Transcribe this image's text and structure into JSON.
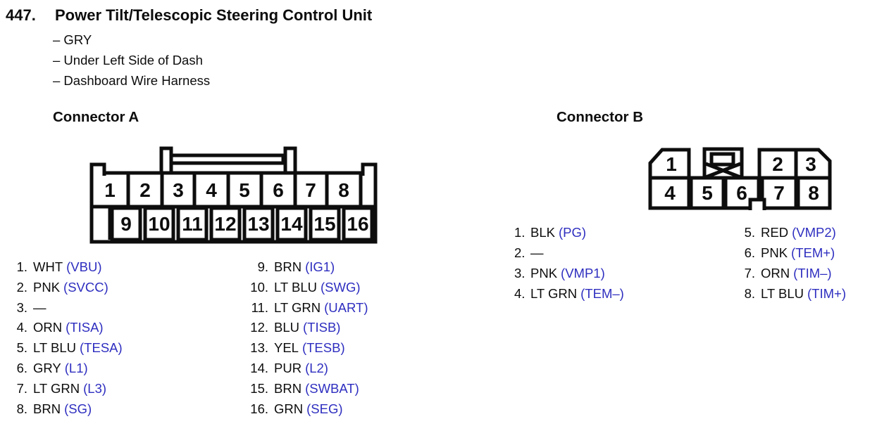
{
  "header": {
    "item_number": "447.",
    "title": "Power Tilt/Telescopic Steering Control Unit",
    "details": [
      "– GRY",
      "– Under Left Side of Dash",
      "– Dashboard Wire Harness"
    ]
  },
  "colors": {
    "ink": "#0d0d0d",
    "signal_blue": "#2e2ec0"
  },
  "connector_a": {
    "heading": "Connector A",
    "top_pins": [
      "1",
      "2",
      "3",
      "4",
      "5",
      "6",
      "7",
      "8"
    ],
    "bottom_pins": [
      "9",
      "10",
      "11",
      "12",
      "13",
      "14",
      "15",
      "16"
    ],
    "pins_left": [
      {
        "num": "1.",
        "color": "WHT",
        "signal": "(VBU)"
      },
      {
        "num": "2.",
        "color": "PNK",
        "signal": "(SVCC)"
      },
      {
        "num": "3.",
        "color": "—",
        "signal": ""
      },
      {
        "num": "4.",
        "color": "ORN",
        "signal": "(TISA)"
      },
      {
        "num": "5.",
        "color": "LT BLU",
        "signal": "(TESA)"
      },
      {
        "num": "6.",
        "color": "GRY",
        "signal": "(L1)"
      },
      {
        "num": "7.",
        "color": "LT GRN",
        "signal": "(L3)"
      },
      {
        "num": "8.",
        "color": "BRN",
        "signal": "(SG)"
      }
    ],
    "pins_right": [
      {
        "num": "9.",
        "color": "BRN",
        "signal": "(IG1)"
      },
      {
        "num": "10.",
        "color": "LT BLU",
        "signal": "(SWG)"
      },
      {
        "num": "11.",
        "color": "LT GRN",
        "signal": "(UART)"
      },
      {
        "num": "12.",
        "color": "BLU",
        "signal": "(TISB)"
      },
      {
        "num": "13.",
        "color": "YEL",
        "signal": "(TESB)"
      },
      {
        "num": "14.",
        "color": "PUR",
        "signal": "(L2)"
      },
      {
        "num": "15.",
        "color": "BRN",
        "signal": "(SWBAT)"
      },
      {
        "num": "16.",
        "color": "GRN",
        "signal": "(SEG)"
      }
    ]
  },
  "connector_b": {
    "heading": "Connector B",
    "top_pins": [
      "1",
      "2",
      "3"
    ],
    "bottom_pins": [
      "4",
      "5",
      "6",
      "7",
      "8"
    ],
    "pins_left": [
      {
        "num": "1.",
        "color": "BLK",
        "signal": "(PG)"
      },
      {
        "num": "2.",
        "color": "—",
        "signal": ""
      },
      {
        "num": "3.",
        "color": "PNK",
        "signal": "(VMP1)"
      },
      {
        "num": "4.",
        "color": "LT GRN",
        "signal": "(TEM–)"
      }
    ],
    "pins_right": [
      {
        "num": "5.",
        "color": "RED",
        "signal": "(VMP2)"
      },
      {
        "num": "6.",
        "color": "PNK",
        "signal": "(TEM+)"
      },
      {
        "num": "7.",
        "color": "ORN",
        "signal": "(TIM–)"
      },
      {
        "num": "8.",
        "color": "LT BLU",
        "signal": "(TIM+)"
      }
    ]
  }
}
